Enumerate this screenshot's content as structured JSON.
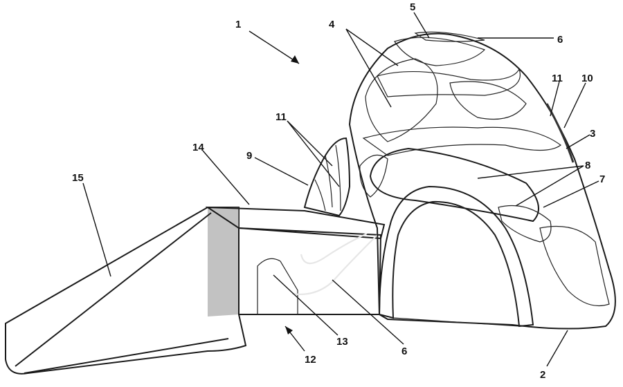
{
  "figure": {
    "labels": {
      "l1": "1",
      "l2": "2",
      "l3": "3",
      "l4": "4",
      "l5": "5",
      "l6a": "6",
      "l6b": "6",
      "l7": "7",
      "l8": "8",
      "l9": "9",
      "l10": "10",
      "l11a": "11",
      "l11b": "11",
      "l12": "12",
      "l13": "13",
      "l14": "14",
      "l15": "15"
    },
    "colors": {
      "dark_fill": "#5e5e5e",
      "mid_fill": "#8a8a8a",
      "light_fill": "#d9d9d9",
      "tunnel_fill": "#2e2e2e",
      "line": "#111111"
    }
  }
}
